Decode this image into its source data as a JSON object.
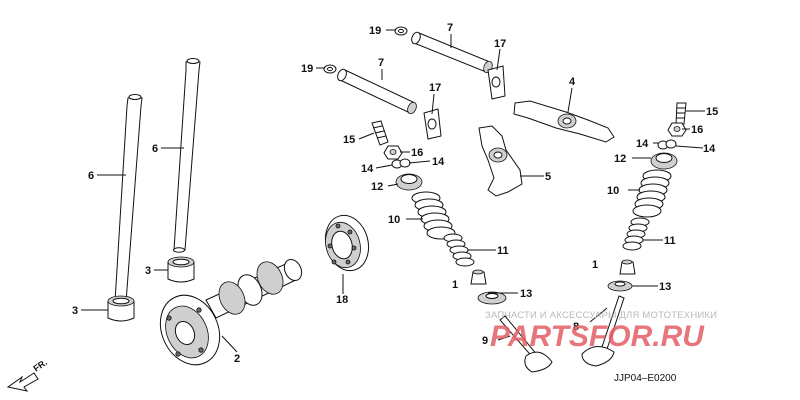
{
  "labels": {
    "p1a": "1",
    "p1b": "1",
    "p2": "2",
    "p3a": "3",
    "p3b": "3",
    "p4": "4",
    "p5": "5",
    "p6a": "6",
    "p6b": "6",
    "p7a": "7",
    "p7b": "7",
    "p8": "8",
    "p9": "9",
    "p10a": "10",
    "p10b": "10",
    "p11a": "11",
    "p11b": "11",
    "p12a": "12",
    "p12b": "12",
    "p13a": "13",
    "p13b": "13",
    "p14a": "14",
    "p14b": "14",
    "p14c": "14",
    "p14d": "14",
    "p15a": "15",
    "p15b": "15",
    "p16a": "16",
    "p16b": "16",
    "p17a": "17",
    "p17b": "17",
    "p18": "18",
    "p19a": "19",
    "p19b": "19"
  },
  "watermark": {
    "line": "ЗАПЧАСТИ И АКСЕССУАРЫ ДЛЯ МОТОТЕХНИКИ",
    "brand": "PARTSFOR.RU"
  },
  "direction_label": "FR.",
  "diagram_code": "JJP04–E0200"
}
